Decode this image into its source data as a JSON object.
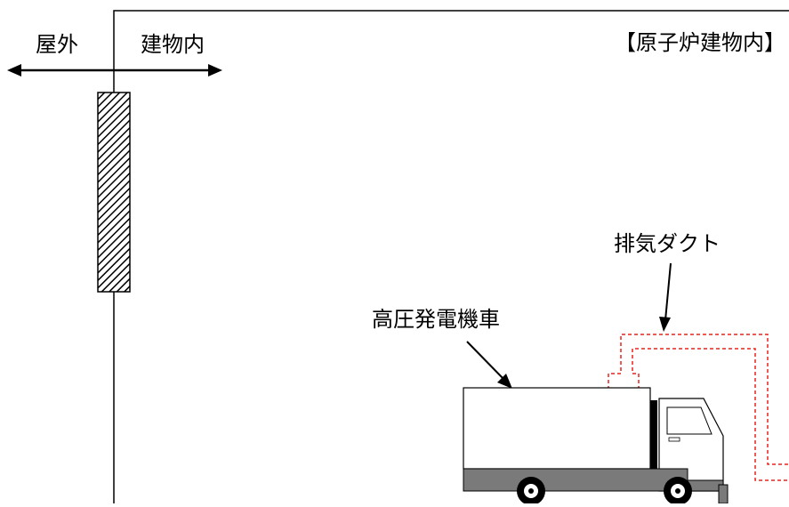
{
  "labels": {
    "outside": "屋外",
    "inside": "建物内",
    "reactor_building": "【原子炉建物内】",
    "exhaust_duct": "排気ダクト",
    "truck": "高圧発電機車"
  },
  "colors": {
    "line": "#000000",
    "duct": "#e8231f",
    "truck_chassis": "#7a7a7a",
    "background": "#ffffff"
  },
  "icons": {
    "wall": "hatched-wall",
    "vehicle": "truck"
  }
}
